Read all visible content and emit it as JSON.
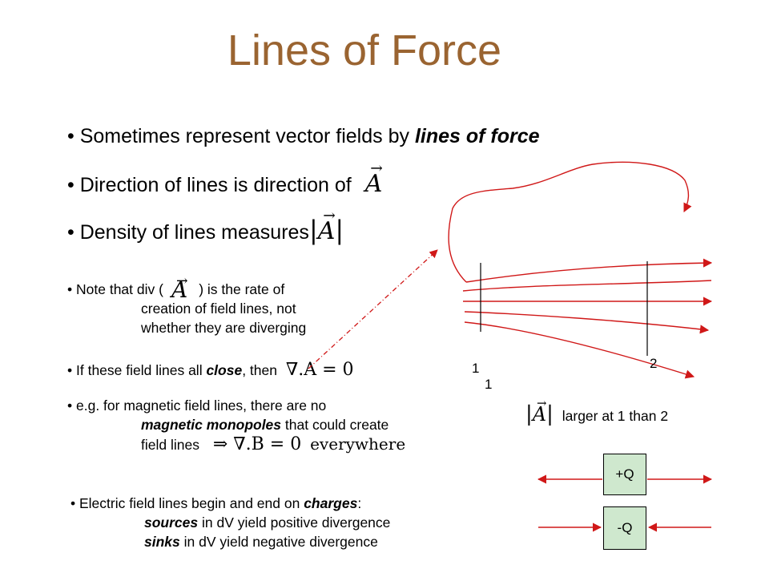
{
  "title": "Lines of Force",
  "bullets_main": {
    "b1": {
      "text": "Sometimes represent vector fields by ",
      "emph": "lines of force"
    },
    "b2": {
      "text": "Direction of lines is direction of",
      "math": "A"
    },
    "b3": {
      "text": "Density of lines measures",
      "math": "A"
    }
  },
  "notes": {
    "div_note": {
      "pre": "Note that div (",
      "math": "A",
      "post": ") is the rate of",
      "line2": "creation of field lines, not",
      "line3": "whether they are diverging"
    },
    "close_note": {
      "pre": "If these field lines all ",
      "emph": "close",
      "mid": ", then",
      "math": "∇.A = 0"
    },
    "mono_note": {
      "line1": "e.g. for magnetic field lines, there are no",
      "emph": "magnetic monopoles",
      "line2_rest": " that could create",
      "line3": "field lines",
      "math": "⇒ ∇.B = 0",
      "math_word": "everywhere"
    },
    "electric_note": {
      "line1_pre": "Electric field lines begin and end on ",
      "line1_emph": "charges",
      "line1_post": ":",
      "line2_emph": "sources",
      "line2_rest": " in dV yield positive divergence",
      "line3_emph": "sinks",
      "line3_rest": " in dV yield negative divergence"
    }
  },
  "figure": {
    "label_1a": "1",
    "label_1b": "1",
    "label_2": "2",
    "comparison_math": "A",
    "comparison_text": "larger at 1 than 2",
    "plus_charge": "+Q",
    "minus_charge": "-Q",
    "line_color": "#d01818"
  }
}
